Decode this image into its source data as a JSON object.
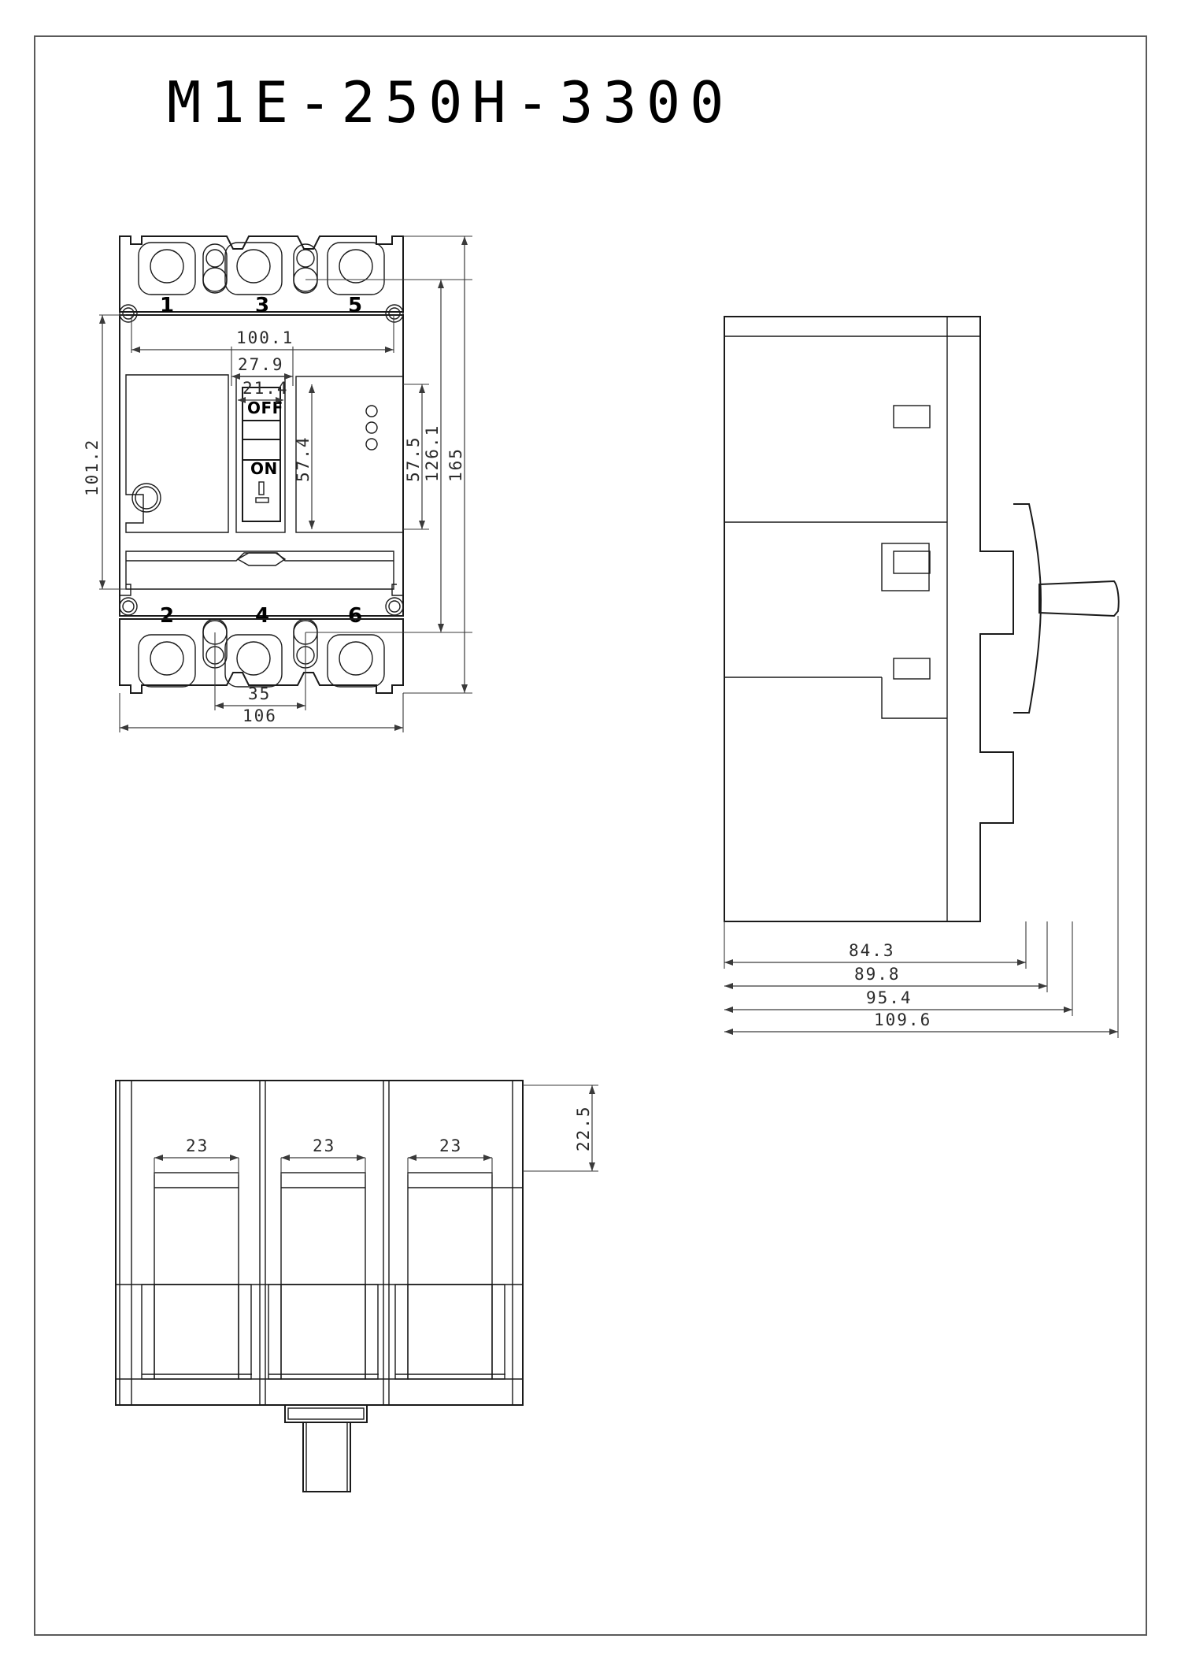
{
  "drawing": {
    "title": "M1E-250H-3300",
    "type": "technical-drawing",
    "subject": "moulded case circuit breaker, 3-pole"
  },
  "front_view": {
    "terminal_labels_top": [
      "1",
      "3",
      "5"
    ],
    "terminal_labels_bottom": [
      "2",
      "4",
      "6"
    ],
    "switch": {
      "off_label": "OFF",
      "on_label": "ON"
    },
    "dimensions": {
      "width_overall": "106",
      "width_body": "100.1",
      "width_toggle_window": "27.9",
      "width_toggle": "21.4",
      "pole_pitch": "35",
      "height_body": "101.2",
      "height_toggle_area": "57.4",
      "height_mid": "57.5",
      "height_mount": "126.1",
      "height_overall": "165"
    }
  },
  "side_view": {
    "dimensions": {
      "depth_body": "84.3",
      "depth_case": "89.8",
      "depth_handle_base": "95.4",
      "depth_overall": "109.6"
    }
  },
  "bottom_view": {
    "dimensions": {
      "slot_width_1": "23",
      "slot_width_2": "23",
      "slot_width_3": "23",
      "slot_depth": "22.5"
    }
  },
  "colors": {
    "line": "#1a1a1a",
    "dimension": "#3a3a3a",
    "border": "#5a5a5a",
    "background": "#ffffff"
  }
}
